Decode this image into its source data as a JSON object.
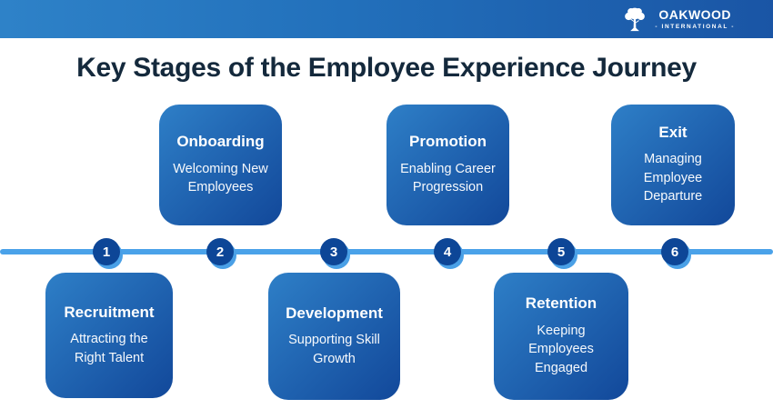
{
  "header": {
    "logo": {
      "name": "OAKWOOD",
      "tagline": "- INTERNATIONAL -",
      "icon": "oak-tree-icon"
    }
  },
  "title": "Key Stages of the Employee Experience Journey",
  "stages": [
    {
      "number": "1",
      "title": "Recruitment",
      "subtitle": "Attracting the Right Talent",
      "position": "below-timeline"
    },
    {
      "number": "2",
      "title": "Onboarding",
      "subtitle": "Welcoming New Employees",
      "position": "above-timeline"
    },
    {
      "number": "3",
      "title": "Development",
      "subtitle": "Supporting Skill Growth",
      "position": "below-timeline"
    },
    {
      "number": "4",
      "title": "Promotion",
      "subtitle": "Enabling Career Progression",
      "position": "above-timeline"
    },
    {
      "number": "5",
      "title": "Retention",
      "subtitle": "Keeping Employees Engaged",
      "position": "below-timeline"
    },
    {
      "number": "6",
      "title": "Exit",
      "subtitle": "Managing Employee Departure",
      "position": "above-timeline"
    }
  ],
  "colors": {
    "header_gradient_start": "#2e82c8",
    "header_gradient_end": "#1a55a5",
    "card_gradient_start": "#2e7fc7",
    "card_gradient_end": "#12489a",
    "timeline_line": "#4aa2e9",
    "marker_fill": "#0d4697",
    "marker_shadow": "#4aa0e6",
    "title_text": "#14293c",
    "card_text": "#ffffff",
    "background": "#ffffff"
  }
}
